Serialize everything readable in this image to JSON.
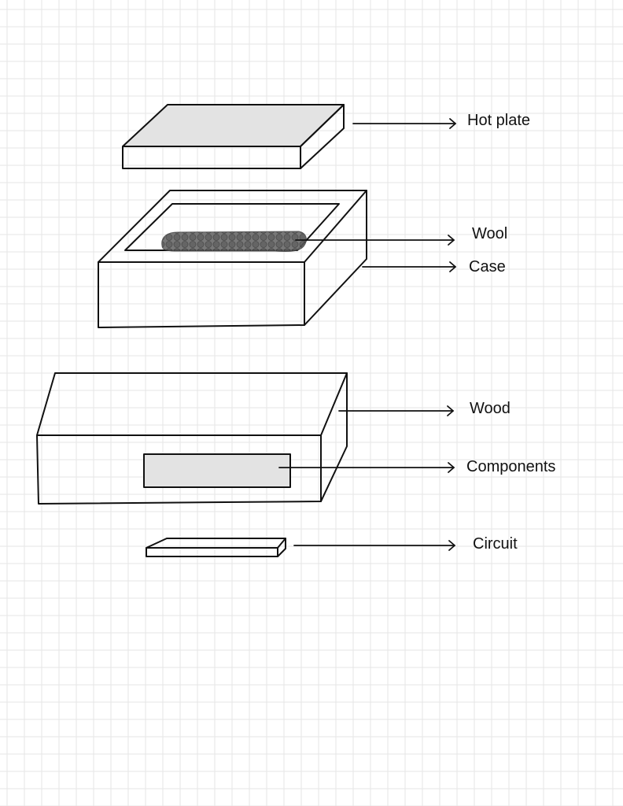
{
  "labels": {
    "hot_plate": "Hot plate",
    "wool": "Wool",
    "case": "Case",
    "wood": "Wood",
    "components": "Components",
    "circuit": "Circuit"
  },
  "colors": {
    "background": "#ffffff",
    "grid": "#e6e6e6",
    "ink": "#111111",
    "plate_fill": "#e3e3e3",
    "wool_fill": "#5e5e5e"
  }
}
